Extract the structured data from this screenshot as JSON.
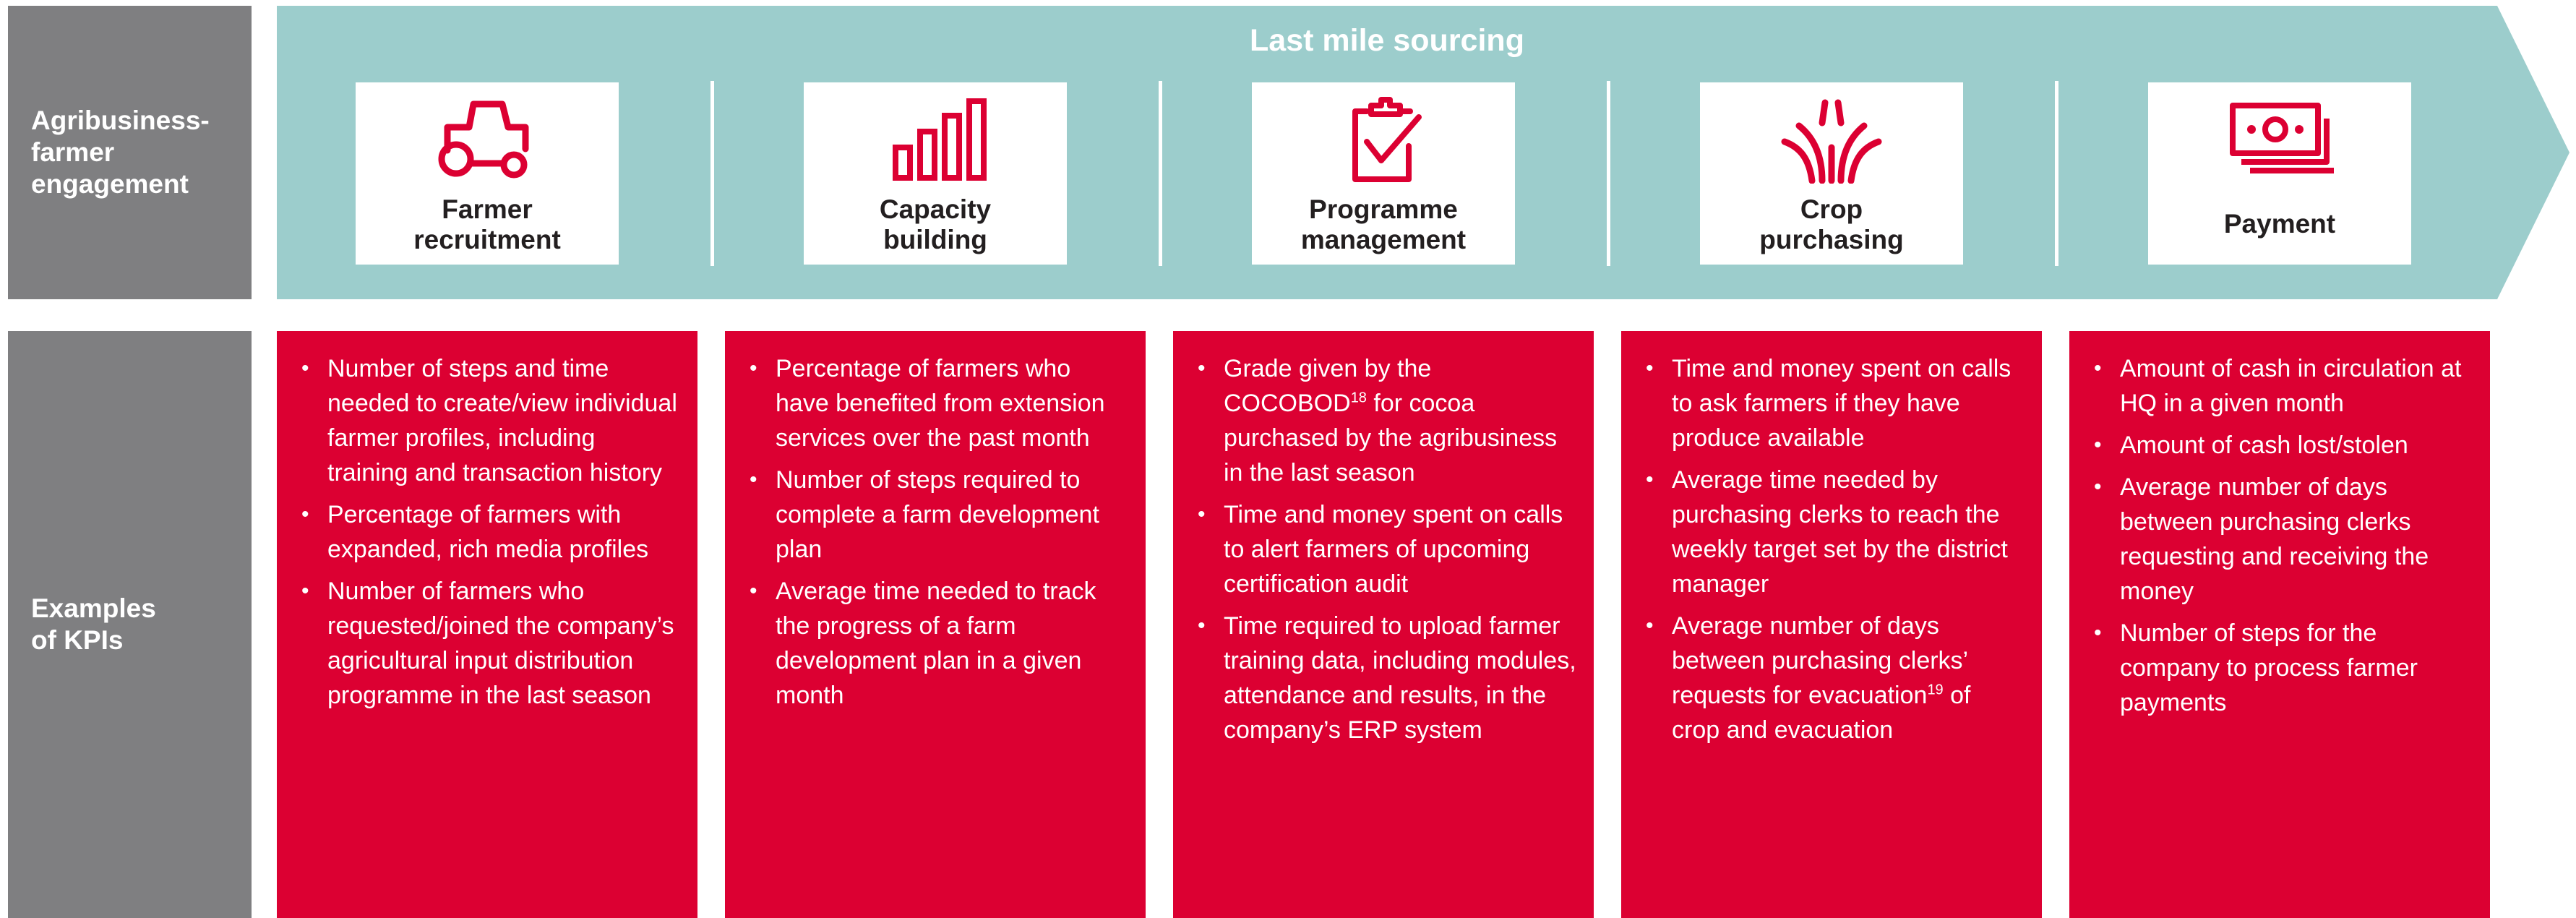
{
  "rows": {
    "engagement_label": "Agribusiness-\nfarmer\nengagement",
    "kpi_label": "Examples\nof KPIs"
  },
  "banner": {
    "title": "Last mile sourcing",
    "color": "#9ccdcc"
  },
  "colors": {
    "label_grey": "#7f7f81",
    "kpi_red": "#dc0032",
    "icon_red": "#dc0032"
  },
  "steps": [
    {
      "label": "Farmer\nrecruitment",
      "icon": "tractor-icon"
    },
    {
      "label": "Capacity\nbuilding",
      "icon": "bar-chart-icon"
    },
    {
      "label": "Programme\nmanagement",
      "icon": "clipboard-check-icon"
    },
    {
      "label": "Crop\npurchasing",
      "icon": "crop-sprout-icon"
    },
    {
      "label": "Payment",
      "icon": "banknotes-icon"
    }
  ],
  "kpis": [
    [
      "Number of steps and time needed to create/view individual farmer profiles, including training and transaction history",
      "Percentage of farmers with expanded, rich media profiles",
      "Number of farmers who requested/joined the company’s agricultural input distribution programme in the last season"
    ],
    [
      "Percentage of farmers who have benefited from extension services over the past month",
      "Number of steps required to complete a farm development plan",
      "Average time needed to track the progress of a farm development plan in a given month"
    ],
    [
      {
        "before": "Grade given by the COCOBOD",
        "sup": "18",
        "after": " for cocoa purchased by the agribusiness in the last season"
      },
      "Time and money spent on calls to alert farmers of upcoming certification audit",
      "Time required to upload farmer training data, including modules, attendance and results, in the company’s ERP system"
    ],
    [
      "Time and money spent on calls to ask farmers if they have produce available",
      "Average time needed by purchasing clerks to reach the weekly target set by the district manager",
      {
        "before": "Average number of days between purchasing clerks’ requests for evacuation",
        "sup": "19",
        "after": " of crop and evacuation"
      }
    ],
    [
      "Amount of cash in circulation at HQ in a given month",
      "Amount of cash lost/stolen",
      "Average number of days between purchasing clerks requesting and receiving the money",
      "Number of steps for the company to process farmer payments"
    ]
  ]
}
